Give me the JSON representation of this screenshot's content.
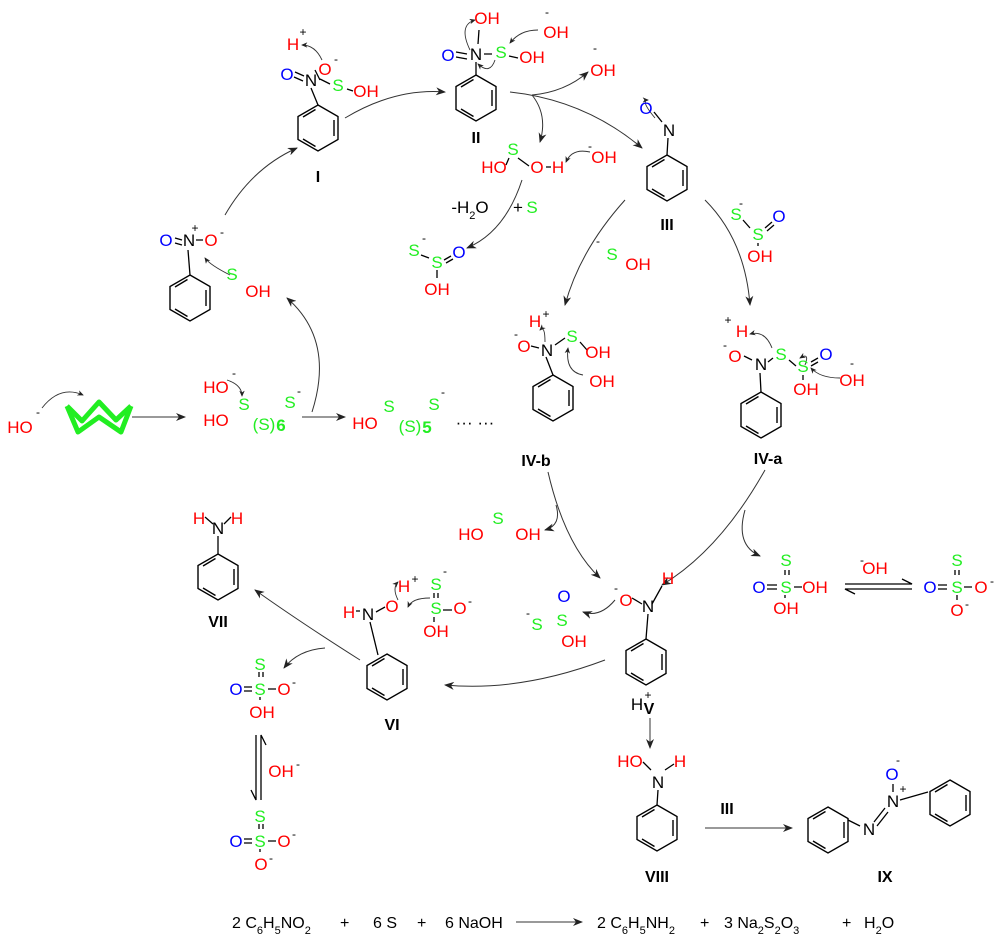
{
  "colors": {
    "oxygen_red": "#ff0000",
    "oxygen_blue": "#0000ff",
    "sulfur_green": "#22ee22",
    "bond": "#000000"
  },
  "species": {
    "I": {
      "atoms": [
        "H",
        "+",
        "O",
        "-",
        "O",
        "N",
        "S",
        "OH"
      ],
      "label": "I"
    },
    "II": {
      "atoms": [
        "OH",
        "-",
        "OH",
        "O",
        "N",
        "S",
        "OH"
      ],
      "label": "II"
    },
    "leaving_oh": {
      "atoms": [
        "-",
        "OH"
      ]
    },
    "hosoh": {
      "atoms": [
        "S",
        "HO",
        "O",
        "H",
        "-",
        "OH"
      ]
    },
    "water_loss": {
      "minus_water": "-H2O",
      "plus": "+",
      "S": "S"
    },
    "thiosulfite": {
      "atoms": [
        "-",
        "S",
        "S",
        "O",
        "OH"
      ]
    },
    "III": {
      "atoms": [
        "O",
        "N"
      ],
      "label": "III"
    },
    "thiosulfite_r": {
      "atoms": [
        "-",
        "S",
        "S",
        "O",
        "OH"
      ]
    },
    "hs": {
      "atoms": [
        "-",
        "S",
        "OH"
      ]
    },
    "IVb": {
      "atoms": [
        "H",
        "+",
        "-",
        "O",
        "N",
        "S",
        "OH",
        "OH"
      ],
      "label": "IV-b"
    },
    "IVa": {
      "atoms": [
        "+",
        "H",
        "-",
        "O",
        "N",
        "S",
        "S",
        "O",
        "OH",
        "-",
        "OH"
      ],
      "label": "IV-a"
    },
    "thiosulfate_acid_r": {
      "atoms": [
        "S",
        "O",
        "S",
        "OH",
        "OH"
      ]
    },
    "eq_r": {
      "base": "-",
      "oh": "OH"
    },
    "thiosulfate_r": {
      "atoms": [
        "S",
        "O",
        "S",
        "O",
        "-",
        "O",
        "-"
      ]
    },
    "nitro": {
      "atoms": [
        "O",
        "N",
        "+",
        "O",
        "-",
        "S",
        "OH"
      ]
    },
    "hydroxide": {
      "atoms": [
        "HO",
        "-"
      ]
    },
    "chain6": {
      "atoms": [
        "HO",
        "-",
        "HO",
        "S",
        "(S)",
        "6",
        "S",
        "-"
      ]
    },
    "chain5": {
      "atoms": [
        "HO",
        "S",
        "(S)",
        "5",
        "S",
        "-",
        "··· ···"
      ]
    },
    "VII": {
      "atoms": [
        "H",
        "N",
        "H"
      ],
      "label": "VII"
    },
    "VI": {
      "atoms": [
        "H",
        "N",
        "O",
        "H",
        "+",
        "S",
        "-",
        "S",
        "O",
        "-",
        "OH"
      ],
      "label": "VI"
    },
    "thiosulfate_acid_l": {
      "atoms": [
        "S",
        "O",
        "S",
        "O",
        "-",
        "OH"
      ]
    },
    "eq_l": {
      "oh": "OH",
      "minus": "-"
    },
    "thiosulfate_l": {
      "atoms": [
        "S",
        "O",
        "S",
        "O",
        "-",
        "O",
        "-"
      ]
    },
    "V": {
      "atoms": [
        "-",
        "O",
        "H",
        "N"
      ],
      "label": "V"
    },
    "sulfite": {
      "atoms": [
        "-",
        "S",
        "S",
        "O",
        "OH"
      ]
    },
    "hosoh2": {
      "atoms": [
        "HO",
        "S",
        "OH"
      ]
    },
    "proton": {
      "atoms": [
        "H",
        "+"
      ]
    },
    "VIII": {
      "atoms": [
        "HO",
        "N",
        "H"
      ],
      "label": "VIII"
    },
    "arrow_III": {
      "label": "III"
    },
    "IX": {
      "atoms": [
        "N",
        "N",
        "+",
        "O",
        "-"
      ],
      "label": "IX"
    }
  },
  "equation": {
    "items": [
      "2 C6H5NO2",
      "+",
      "6 S",
      "+",
      "6 NaOH",
      "2 C6H5NH2",
      "+",
      "3 Na2S2O3",
      "+",
      "H2O"
    ]
  }
}
